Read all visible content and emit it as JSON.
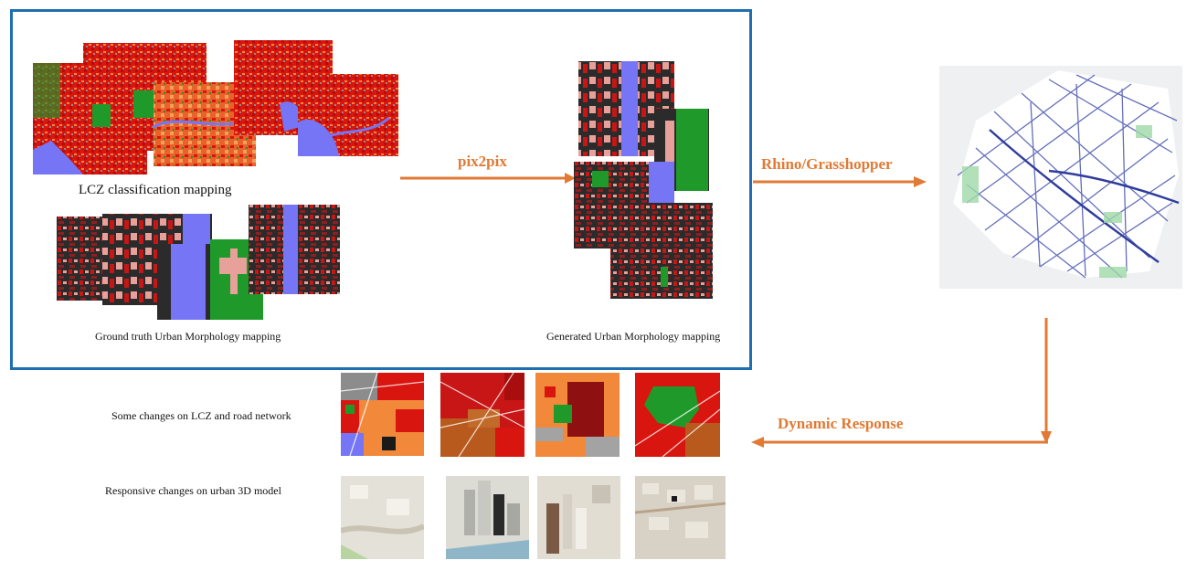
{
  "labels": {
    "lcz_mapping": "LCZ classification mapping",
    "ground_truth": "Ground truth Urban Morphology mapping",
    "generated": "Generated Urban Morphology mapping",
    "lcz_changes": "Some changes on LCZ and road network",
    "model_changes": "Responsive changes on urban 3D model"
  },
  "arrows": {
    "pix2pix": "pix2pix",
    "rhino": "Rhino/Grasshopper",
    "dynamic": "Dynamic Response"
  },
  "colors": {
    "frame": "#1f6fb0",
    "arrow": "#e07a34",
    "lcz_red": "#d9150f",
    "lcz_orange": "#f2883a",
    "lcz_green": "#1f9a2a",
    "water": "#7575f5",
    "morph_dark": "#2b2b2b",
    "morph_red": "#c81616",
    "morph_pink": "#e8a09a"
  },
  "icons": {
    "lcz_maps": "lcz-classification-map-tiles",
    "morph_maps": "urban-morphology-map-tiles",
    "road_network": "road-network-map",
    "city_models": "urban-3d-model-renders"
  }
}
